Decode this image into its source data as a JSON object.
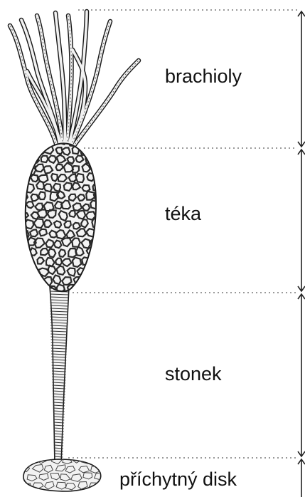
{
  "labels": {
    "brachioly": "brachioly",
    "teka": "téka",
    "stonek": "stonek",
    "disk": "příchytný disk"
  },
  "colors": {
    "ink": "#1a1a1a",
    "body_fill": "#f4f4f4",
    "cell_line": "#2a2a2a",
    "guide_line": "#9a9a9a",
    "bracket": "#222222"
  },
  "icons": {
    "organism": "eocrinoid-illustration",
    "brackets": "dimension-arrow"
  }
}
